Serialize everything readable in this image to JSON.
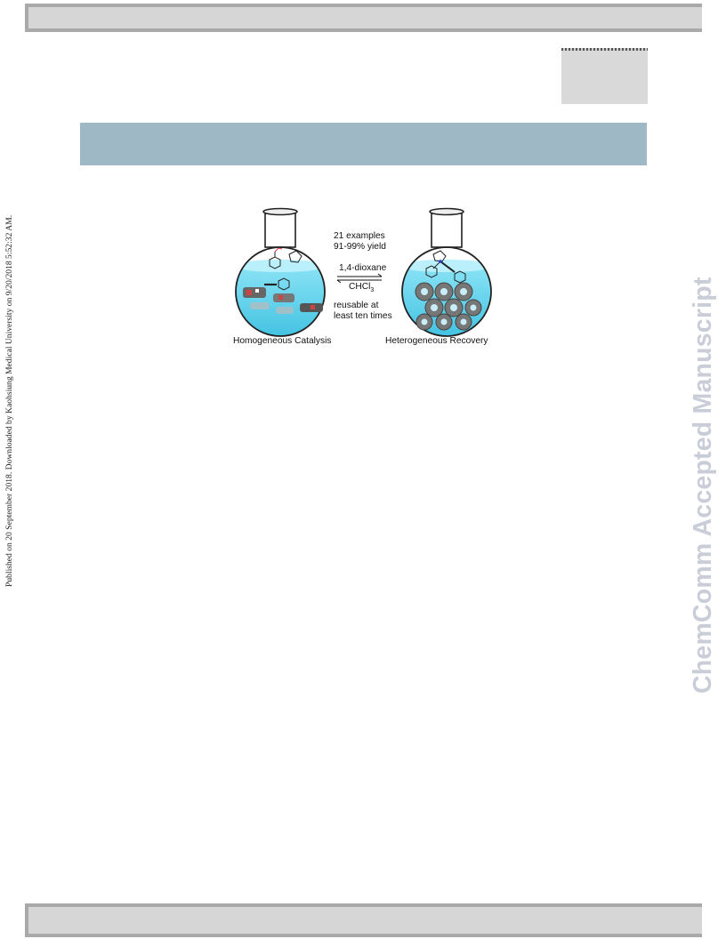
{
  "side_note": "Published on 20 September 2018. Downloaded by Kaohsiung Medical University on 9/20/2018 5:52:32 AM.",
  "watermark": "ChemComm Accepted Manuscript",
  "figure": {
    "caption_left": "Homogeneous Catalysis",
    "caption_right": "Heterogeneous Recovery",
    "examples": "21 examples",
    "yield": "91-99% yield",
    "solvent_top": "1,4-dioxane",
    "solvent_bottom_main": "CHCl",
    "solvent_bottom_sub": "3",
    "reusable_line1": "reusable at",
    "reusable_line2": "least ten times"
  },
  "colors": {
    "banner": "#9fb8c5",
    "header_bar": "#d6d6d6",
    "liquid": "#6fd3ec",
    "watermark": "#c8cdd7"
  }
}
